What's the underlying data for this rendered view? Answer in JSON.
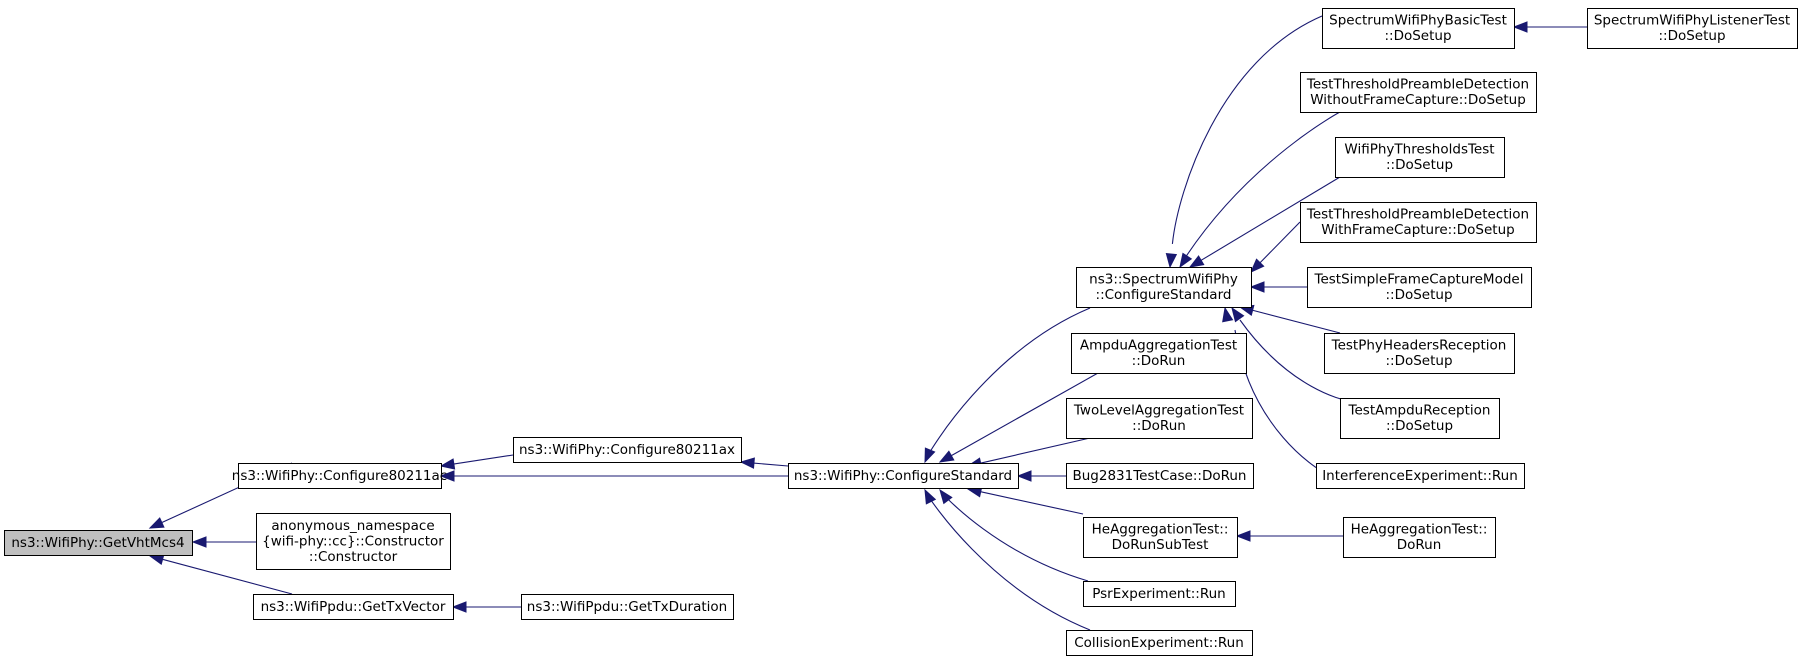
{
  "colors": {
    "edge": "#191970",
    "node_border": "#000000",
    "root_fill": "#bfbfbf",
    "node_fill": "#ffffff"
  },
  "nodes": [
    {
      "id": "getvhtmcs4",
      "lines": [
        "ns3::WifiPhy::GetVhtMcs4"
      ],
      "root": true
    },
    {
      "id": "configure80211ac",
      "lines": [
        "ns3::WifiPhy::Configure80211ac"
      ]
    },
    {
      "id": "anon-constructor",
      "lines": [
        "anonymous_namespace",
        "{wifi-phy::cc}::Constructor",
        "::Constructor"
      ]
    },
    {
      "id": "gettxvector",
      "lines": [
        "ns3::WifiPpdu::GetTxVector"
      ]
    },
    {
      "id": "configure80211ax",
      "lines": [
        "ns3::WifiPhy::Configure80211ax"
      ]
    },
    {
      "id": "gettxduration",
      "lines": [
        "ns3::WifiPpdu::GetTxDuration"
      ]
    },
    {
      "id": "configurestandard",
      "lines": [
        "ns3::WifiPhy::ConfigureStandard"
      ]
    },
    {
      "id": "spectrum-configurestandard",
      "lines": [
        "ns3::SpectrumWifiPhy",
        "::ConfigureStandard"
      ]
    },
    {
      "id": "ampdu-aggregation-dorun",
      "lines": [
        "AmpduAggregationTest",
        "::DoRun"
      ]
    },
    {
      "id": "twolevel-dorun",
      "lines": [
        "TwoLevelAggregationTest",
        "::DoRun"
      ]
    },
    {
      "id": "bug2831-dorun",
      "lines": [
        "Bug2831TestCase::DoRun"
      ]
    },
    {
      "id": "heaggregation-dorunsubtest",
      "lines": [
        "HeAggregationTest::",
        "DoRunSubTest"
      ]
    },
    {
      "id": "psr-run",
      "lines": [
        "PsrExperiment::Run"
      ]
    },
    {
      "id": "collision-run",
      "lines": [
        "CollisionExperiment::Run"
      ]
    },
    {
      "id": "spectrum-basic-dosetup",
      "lines": [
        "SpectrumWifiPhyBasicTest",
        "::DoSetup"
      ]
    },
    {
      "id": "tpd-without-dosetup",
      "lines": [
        "TestThresholdPreambleDetection",
        "WithoutFrameCapture::DoSetup"
      ]
    },
    {
      "id": "thresholds-dosetup",
      "lines": [
        "WifiPhyThresholdsTest",
        "::DoSetup"
      ]
    },
    {
      "id": "tpd-with-dosetup",
      "lines": [
        "TestThresholdPreambleDetection",
        "WithFrameCapture::DoSetup"
      ]
    },
    {
      "id": "simple-capture-dosetup",
      "lines": [
        "TestSimpleFrameCaptureModel",
        "::DoSetup"
      ]
    },
    {
      "id": "phyheaders-dosetup",
      "lines": [
        "TestPhyHeadersReception",
        "::DoSetup"
      ]
    },
    {
      "id": "ampdu-reception-dosetup",
      "lines": [
        "TestAmpduReception",
        "::DoSetup"
      ]
    },
    {
      "id": "interference-run",
      "lines": [
        "InterferenceExperiment::Run"
      ]
    },
    {
      "id": "heaggregation-dorun",
      "lines": [
        "HeAggregationTest::",
        "DoRun"
      ]
    },
    {
      "id": "spectrum-listener-dosetup",
      "lines": [
        "SpectrumWifiPhyListenerTest",
        "::DoSetup"
      ]
    }
  ],
  "edges": [
    {
      "from": "configure80211ac",
      "to": "getvhtmcs4"
    },
    {
      "from": "anon-constructor",
      "to": "getvhtmcs4"
    },
    {
      "from": "gettxvector",
      "to": "getvhtmcs4"
    },
    {
      "from": "configure80211ax",
      "to": "configure80211ac"
    },
    {
      "from": "configurestandard",
      "to": "configure80211ac"
    },
    {
      "from": "gettxduration",
      "to": "gettxvector"
    },
    {
      "from": "configurestandard",
      "to": "configure80211ax"
    },
    {
      "from": "spectrum-configurestandard",
      "to": "configurestandard"
    },
    {
      "from": "ampdu-aggregation-dorun",
      "to": "configurestandard"
    },
    {
      "from": "twolevel-dorun",
      "to": "configurestandard"
    },
    {
      "from": "bug2831-dorun",
      "to": "configurestandard"
    },
    {
      "from": "heaggregation-dorunsubtest",
      "to": "configurestandard"
    },
    {
      "from": "psr-run",
      "to": "configurestandard"
    },
    {
      "from": "collision-run",
      "to": "configurestandard"
    },
    {
      "from": "spectrum-basic-dosetup",
      "to": "spectrum-configurestandard"
    },
    {
      "from": "tpd-without-dosetup",
      "to": "spectrum-configurestandard"
    },
    {
      "from": "thresholds-dosetup",
      "to": "spectrum-configurestandard"
    },
    {
      "from": "tpd-with-dosetup",
      "to": "spectrum-configurestandard"
    },
    {
      "from": "simple-capture-dosetup",
      "to": "spectrum-configurestandard"
    },
    {
      "from": "phyheaders-dosetup",
      "to": "spectrum-configurestandard"
    },
    {
      "from": "ampdu-reception-dosetup",
      "to": "spectrum-configurestandard"
    },
    {
      "from": "interference-run",
      "to": "spectrum-configurestandard"
    },
    {
      "from": "heaggregation-dorun",
      "to": "heaggregation-dorunsubtest"
    },
    {
      "from": "spectrum-listener-dosetup",
      "to": "spectrum-basic-dosetup"
    }
  ]
}
